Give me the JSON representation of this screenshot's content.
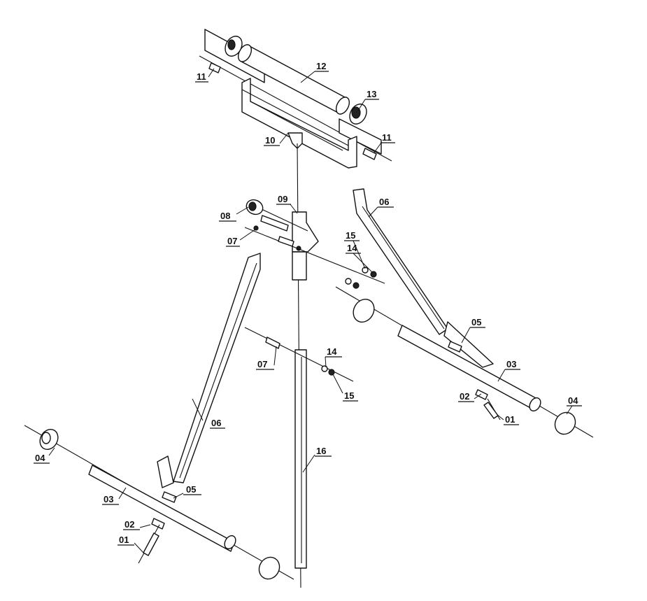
{
  "diagram": {
    "callouts": {
      "c11a": "11",
      "c12": "12",
      "c13": "13",
      "c10": "10",
      "c11b": "11",
      "c09": "09",
      "c08": "08",
      "c07a": "07",
      "c06a": "06",
      "c15a": "15",
      "c14a": "14",
      "c05a": "05",
      "c03a": "03",
      "c02a": "02",
      "c04a": "04",
      "c01a": "01",
      "c07b": "07",
      "c14b": "14",
      "c15b": "15",
      "c16": "16",
      "c06b": "06",
      "c04b": "04",
      "c05b": "05",
      "c03b": "03",
      "c02b": "02",
      "c01b": "01"
    }
  }
}
